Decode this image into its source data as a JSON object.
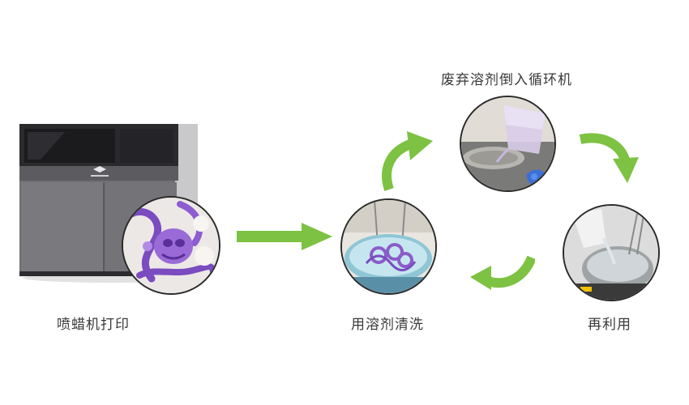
{
  "steps": {
    "print": {
      "label": "喷蜡机打印"
    },
    "wash": {
      "label": "用溶剂清洗"
    },
    "recycle": {
      "label": "废弃溶剂倒入循环机"
    },
    "reuse": {
      "label": "再利用"
    }
  },
  "colors": {
    "arrow": "#7dc242",
    "printer_body": "#6f6f72",
    "printer_dark": "#2b2b2e",
    "wax_purple": "#8b5cc8",
    "solvent_blue": "#bfe3ee"
  },
  "icons": {
    "printer": "3d-printer-icon",
    "flow_arrow": "arrow-icon",
    "cycle_arrow": "curved-arrow-icon"
  }
}
